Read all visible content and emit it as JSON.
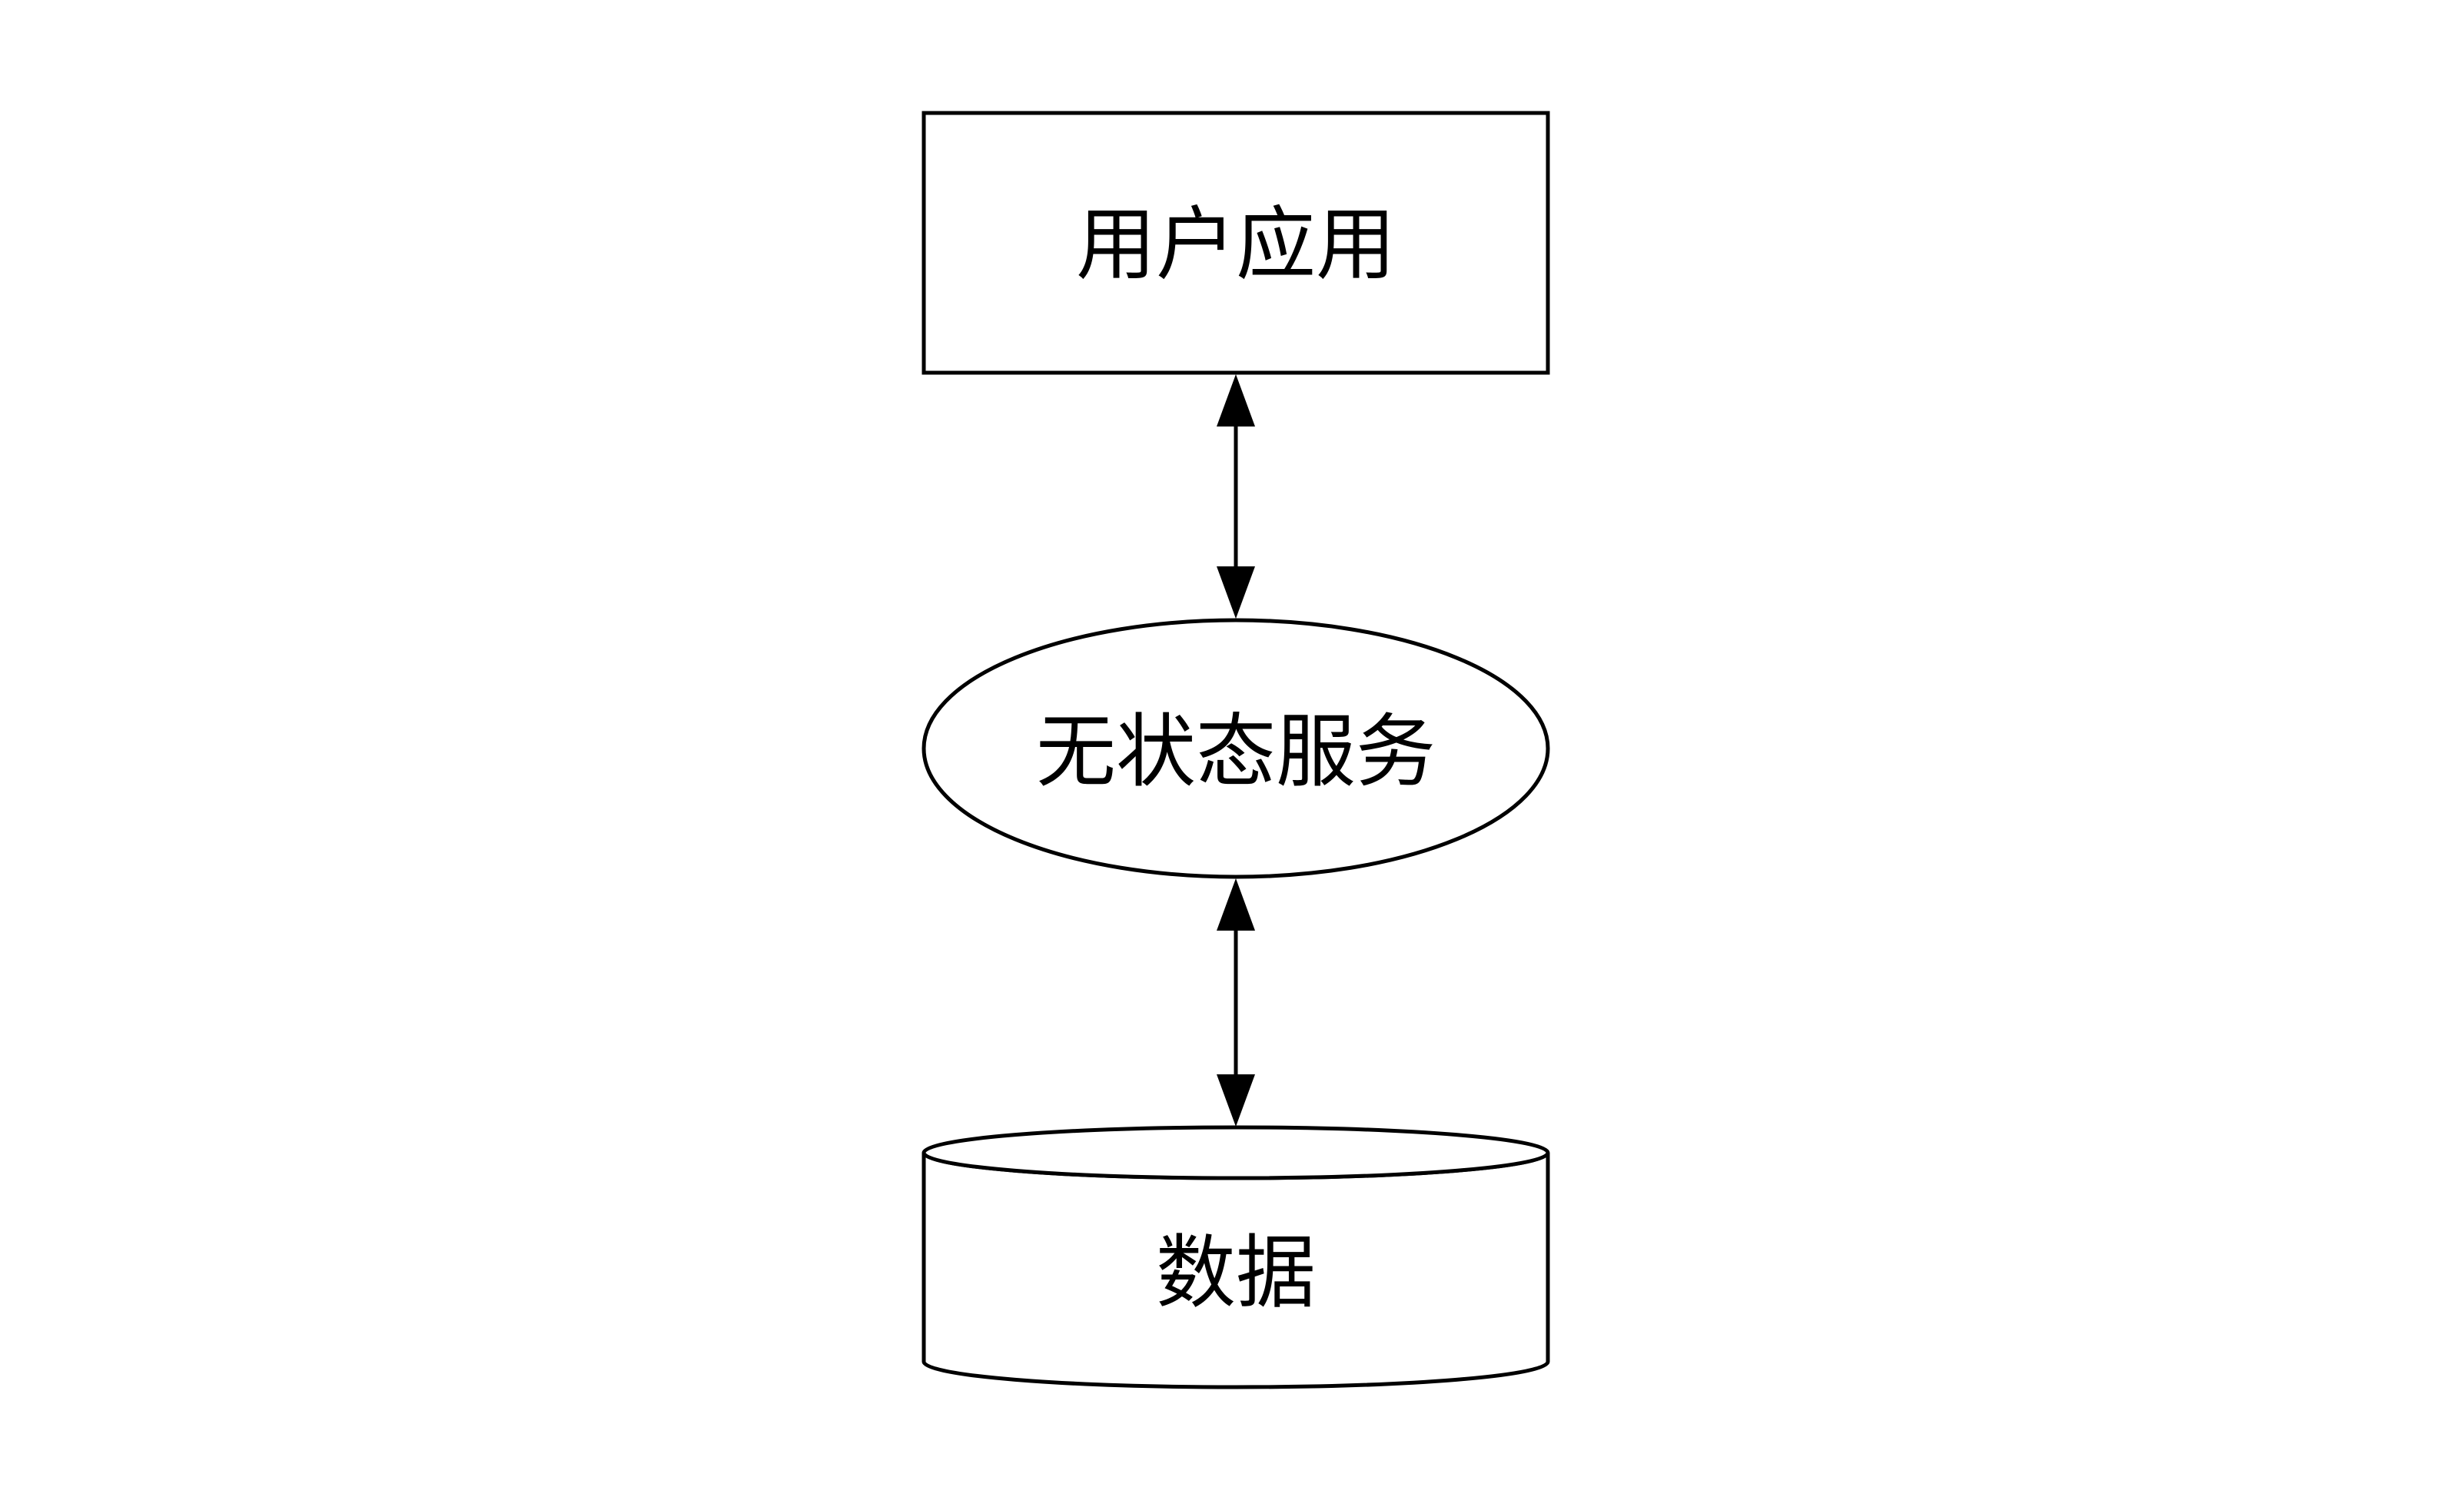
{
  "diagram": {
    "nodes": {
      "user_app": {
        "label": "用户应用",
        "shape": "rectangle"
      },
      "stateless_service": {
        "label": "无状态服务",
        "shape": "ellipse"
      },
      "data": {
        "label": "数据",
        "shape": "cylinder"
      }
    },
    "edges": [
      {
        "from": "user_app",
        "to": "stateless_service",
        "direction": "bidirectional"
      },
      {
        "from": "stateless_service",
        "to": "data",
        "direction": "bidirectional"
      }
    ],
    "colors": {
      "stroke": "#000000",
      "background": "#ffffff",
      "text": "#000000"
    }
  }
}
